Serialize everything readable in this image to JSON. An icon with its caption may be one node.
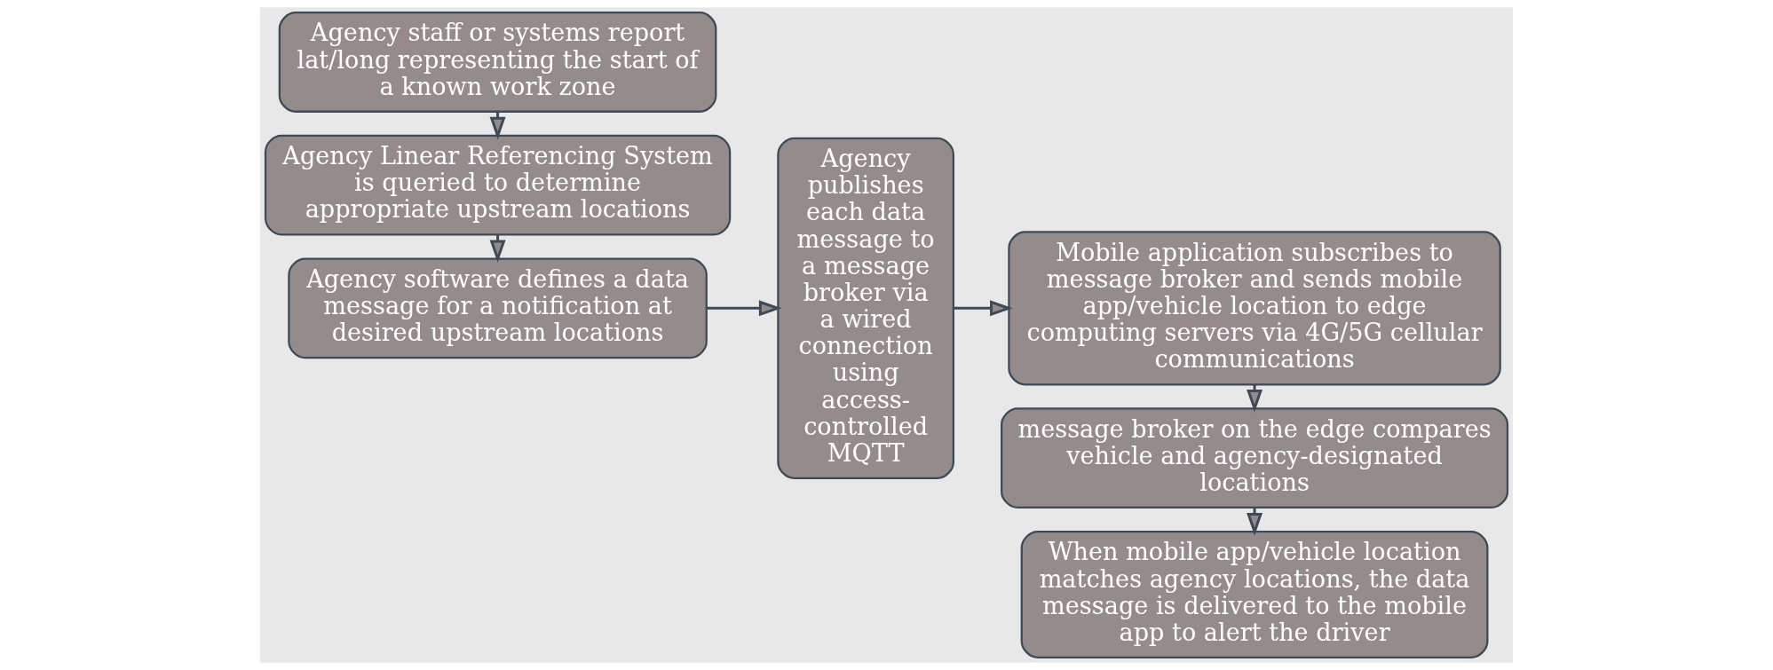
{
  "diagram": {
    "nodes": [
      {
        "text": [
          "Agency staff or systems report lat/long representing the start of a known work zone"
        ]
      },
      {
        "text": [
          "Agency Linear Referencing System is queried to determine appropriate upstream locations"
        ]
      },
      {
        "text": [
          "Agency software defines a data message for a notification at desired upstream locations"
        ]
      },
      {
        "text": [
          "Agency publishes each data message to a message broker via a wired connection using access-controlled MQTT"
        ]
      },
      {
        "text": [
          "Mobile application subscribes to message broker and sends mobile app/vehicle location to edge computing servers via 4G/5G cellular communications"
        ]
      },
      {
        "text": [
          "message broker on the edge compares vehicle and agency-designated locations"
        ]
      },
      {
        "text": [
          "When mobile app/vehicle location matches agency locations, the data message is delivered to the mobile app to alert the driver"
        ]
      }
    ],
    "edges": [
      {
        "from": 0,
        "to": 1,
        "arrow": "to"
      },
      {
        "from": 1,
        "to": 2,
        "arrow": "to"
      },
      {
        "from": 2,
        "to": 3,
        "arrow": "to"
      },
      {
        "from": 3,
        "to": 4,
        "arrow": "to"
      },
      {
        "from": 4,
        "to": 5,
        "arrow": "to"
      },
      {
        "from": 5,
        "to": 6,
        "arrow": "to"
      }
    ]
  }
}
